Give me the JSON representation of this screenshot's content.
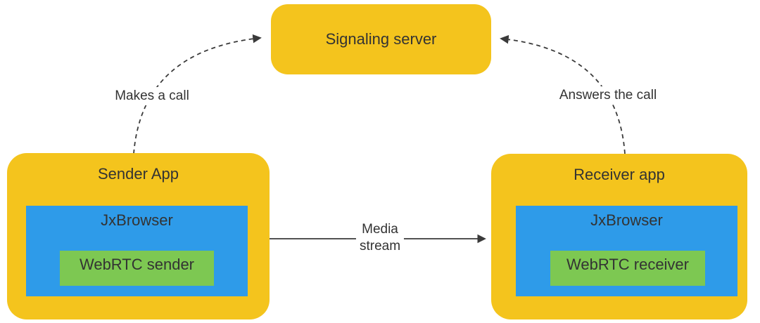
{
  "colors": {
    "node_yellow": "#F4C41D",
    "node_blue": "#2E9BE9",
    "node_green": "#7DC852",
    "edge_dark": "#3A3A3A",
    "text_dark": "#333333",
    "background": "#FFFFFF"
  },
  "nodes": {
    "signaling_server": {
      "label": "Signaling server"
    },
    "sender_app": {
      "label": "Sender App"
    },
    "sender_browser": {
      "label": "JxBrowser"
    },
    "webrtc_sender": {
      "label": "WebRTC sender"
    },
    "receiver_app": {
      "label": "Receiver app"
    },
    "receiver_browser": {
      "label": "JxBrowser"
    },
    "webrtc_receiver": {
      "label": "WebRTC receiver"
    }
  },
  "edges": {
    "makes_a_call": {
      "label": "Makes a call",
      "from": "Sender App",
      "to": "Signaling server",
      "style": "dashed"
    },
    "answers_the_call": {
      "label": "Answers the call",
      "from": "Receiver app",
      "to": "Signaling server",
      "style": "dashed"
    },
    "media_stream": {
      "label": "Media stream",
      "lines": [
        "Media",
        "stream"
      ],
      "from": "Sender App",
      "to": "Receiver app",
      "style": "solid"
    }
  }
}
